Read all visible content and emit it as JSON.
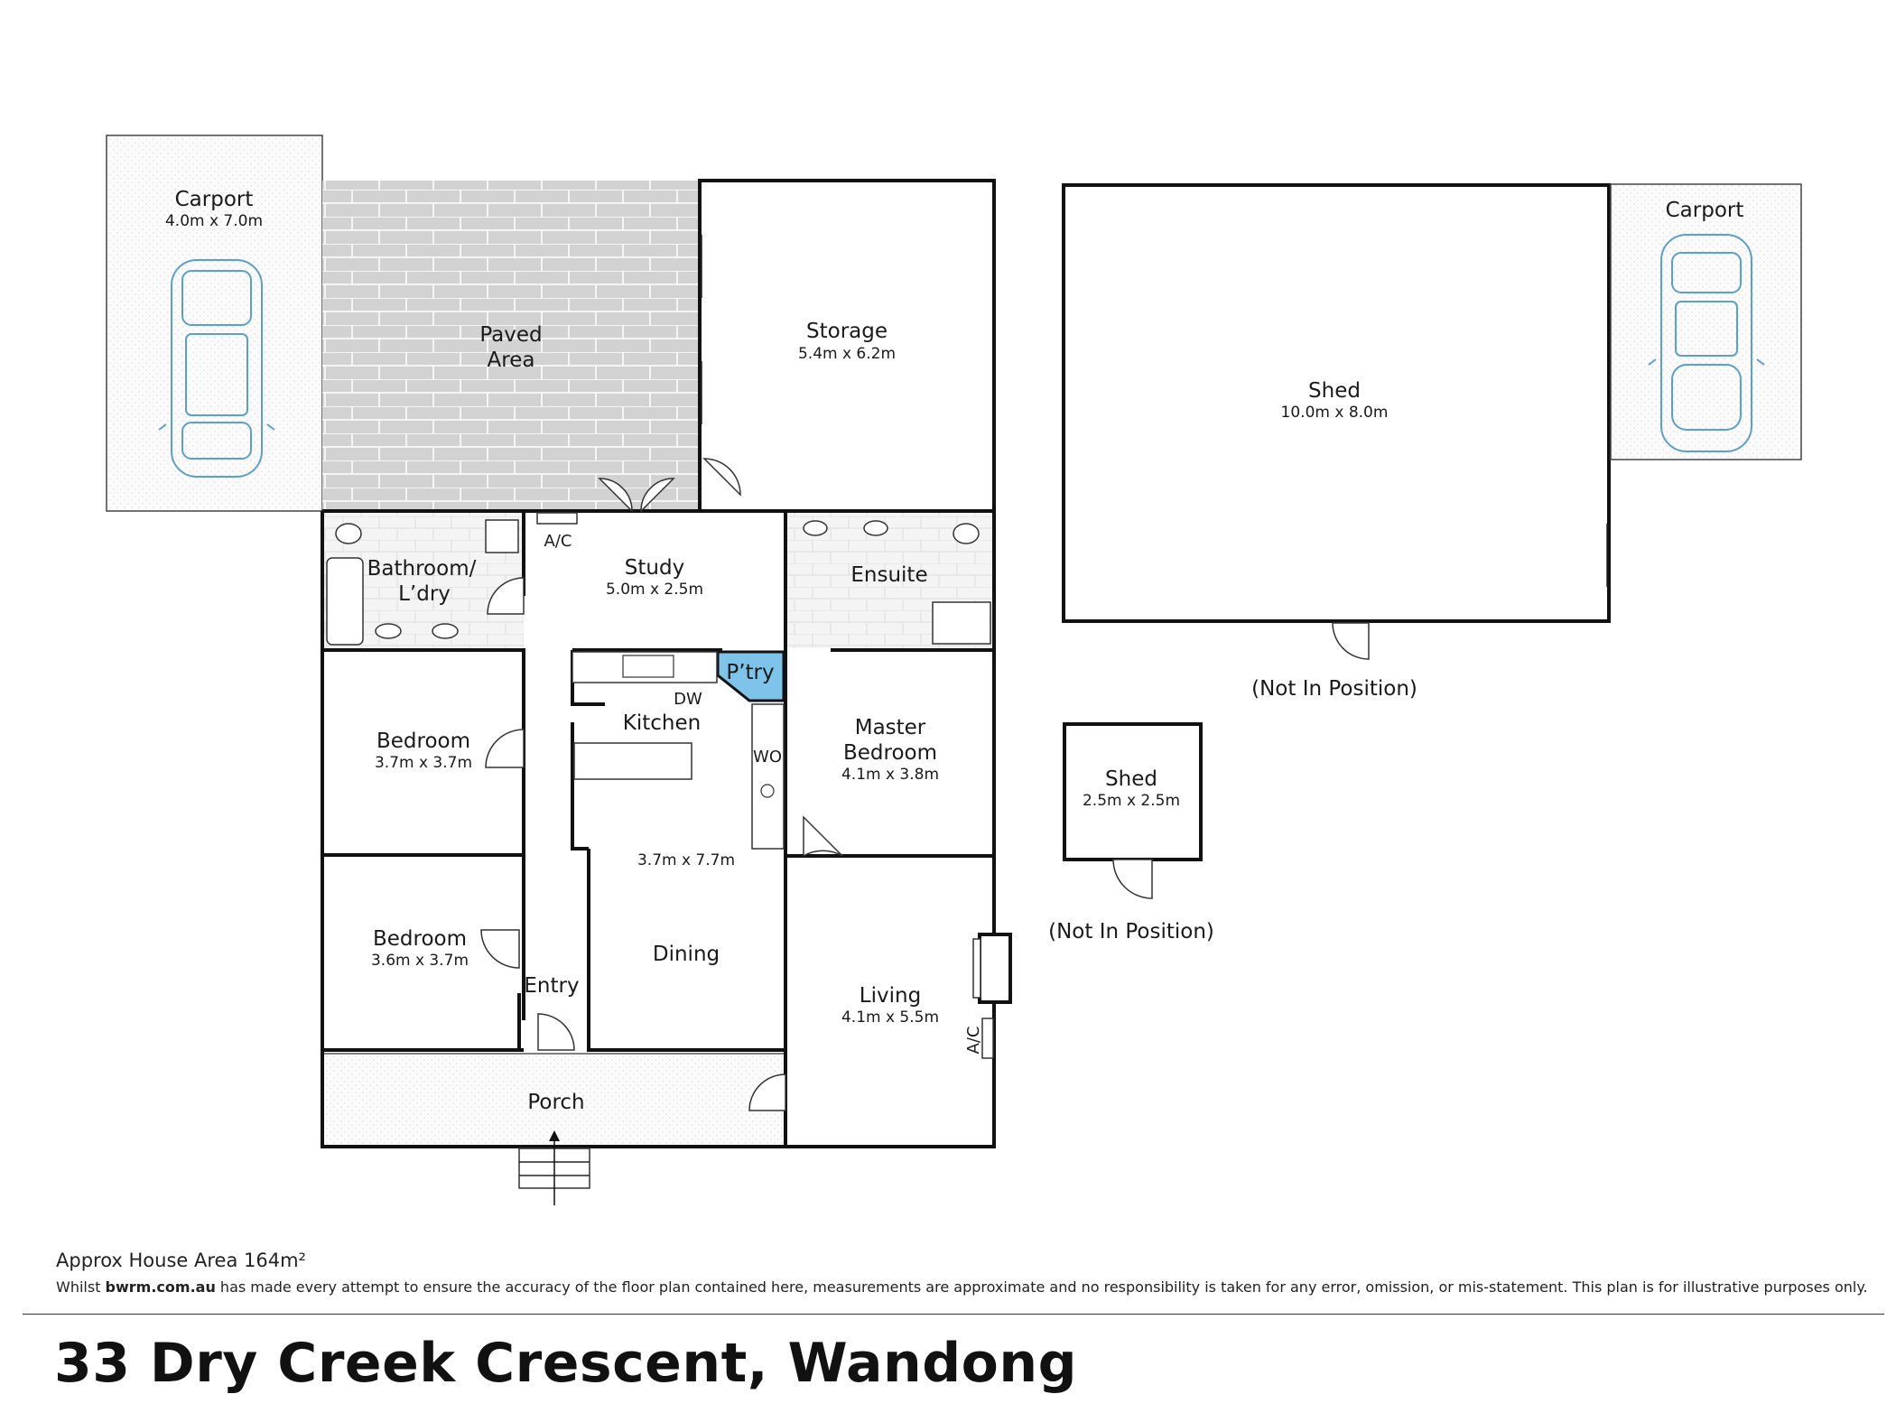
{
  "rooms": {
    "carport_left": {
      "name": "Carport",
      "dim": "4.0m x 7.0m"
    },
    "paved": {
      "line1": "Paved",
      "line2": "Area"
    },
    "storage": {
      "name": "Storage",
      "dim": "5.4m x 6.2m"
    },
    "shed_big": {
      "name": "Shed",
      "dim": "10.0m x 8.0m",
      "note": "(Not In Position)"
    },
    "carport_right": {
      "name": "Carport"
    },
    "shed_small": {
      "name": "Shed",
      "dim": "2.5m x 2.5m",
      "note": "(Not In Position)"
    },
    "bathroom": {
      "line1": "Bathroom/",
      "line2": "L’dry"
    },
    "ac_top": "A/C",
    "study": {
      "name": "Study",
      "dim": "5.0m x 2.5m"
    },
    "ensuite": {
      "name": "Ensuite"
    },
    "pantry": {
      "name": "P’try"
    },
    "dw": "DW",
    "wo": "WO",
    "kitchen": {
      "name": "Kitchen",
      "dim": "3.7m x 7.7m"
    },
    "master": {
      "line1": "Master",
      "line2": "Bedroom",
      "dim": "4.1m x 3.8m"
    },
    "bedroom1": {
      "name": "Bedroom",
      "dim": "3.7m x 3.7m"
    },
    "bedroom2": {
      "name": "Bedroom",
      "dim": "3.6m x 3.7m"
    },
    "dining": {
      "name": "Dining"
    },
    "entry": {
      "name": "Entry"
    },
    "living": {
      "name": "Living",
      "dim": "4.1m x 5.5m"
    },
    "ac_side": "A/C",
    "porch": {
      "name": "Porch"
    }
  },
  "colors": {
    "pantry_fill": "#7ec3ea",
    "car_stroke": "#5b9fd0",
    "paved_fill": "#d4d4d4"
  },
  "footer": {
    "area": "Approx House Area 164m²",
    "disclaimer_pre": "Whilst ",
    "disclaimer_site": "bwrm.com.au",
    "disclaimer_post": " has made every attempt to ensure the accuracy of the floor plan contained here, measurements are approximate and no responsibility is taken for any error, omission, or mis-statement. This plan is for illustrative purposes only.",
    "address": "33 Dry Creek Crescent, Wandong"
  }
}
